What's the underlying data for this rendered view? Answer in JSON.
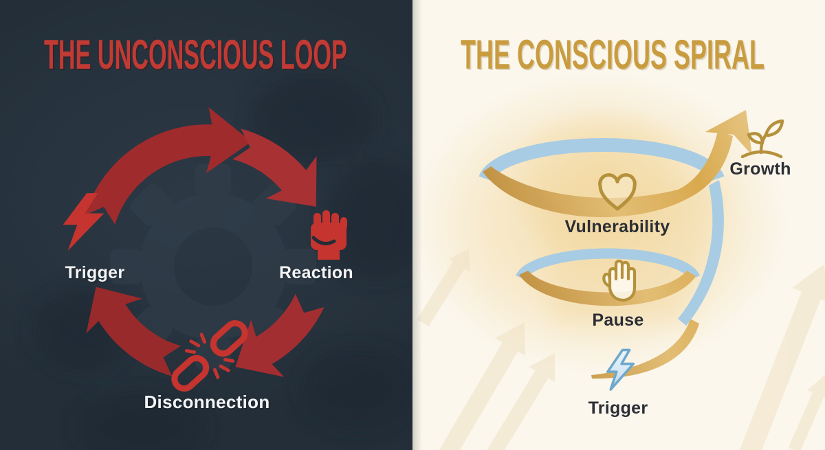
{
  "diagram": {
    "type": "comparison-infographic",
    "left": {
      "title": "THE UNCONSCIOUS LOOP",
      "title_color": "#C23A34",
      "background_color": "#27333E",
      "loop_arrow_color": "#A22D30",
      "label_color": "#F3F4F6",
      "watermark_icons": [
        "gear-icon"
      ],
      "steps": [
        {
          "label": "Trigger",
          "icon": "lightning-bolt-icon",
          "icon_color": "#C5342F"
        },
        {
          "label": "Reaction",
          "icon": "raised-fist-icon",
          "icon_color": "#C5342F"
        },
        {
          "label": "Disconnection",
          "icon": "broken-chain-icon",
          "icon_color": "#C5342F"
        }
      ]
    },
    "right": {
      "title": "THE CONSCIOUS SPIRAL",
      "title_color": "#C89C3F",
      "background_color": "#FBF7ED",
      "spiral_gold_color": "#D9A94E",
      "spiral_blue_color": "#A8CCE3",
      "label_color": "#2B2E35",
      "watermark_icons": [
        "up-trend-arrows"
      ],
      "steps": [
        {
          "label": "Trigger",
          "icon": "lightning-bolt-icon",
          "icon_color": "#6FA8CC"
        },
        {
          "label": "Pause",
          "icon": "open-hand-icon",
          "icon_color": "#B5913C"
        },
        {
          "label": "Vulnerability",
          "icon": "heart-icon",
          "icon_color": "#B5913C"
        },
        {
          "label": "Growth",
          "icon": "sprout-icon",
          "icon_color": "#B5913C"
        }
      ]
    }
  }
}
